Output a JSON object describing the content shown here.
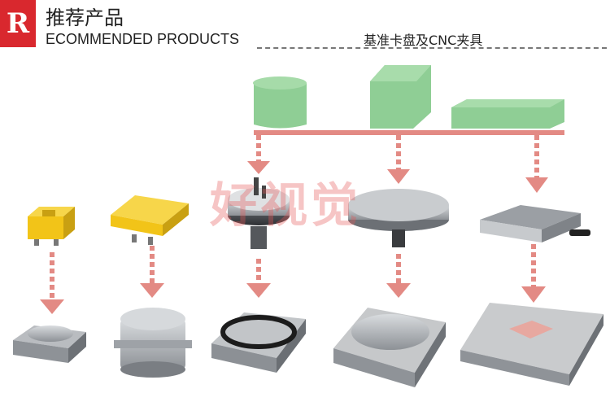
{
  "header": {
    "logo_letter": "R",
    "title_cn": "推荐产品",
    "title_en": "ECOMMENDED PRODUCTS",
    "subtitle": "基准卡盘及CNC夹具"
  },
  "watermark": "好视觉",
  "colors": {
    "brand_red": "#d9282e",
    "arrow_pink": "#e38a84",
    "workpiece_green": "#8fce95",
    "fixture_yellow": "#f2c418",
    "steel": "#a9adb2"
  },
  "icons": [
    "workpiece-cylinder",
    "workpiece-block",
    "workpiece-plate",
    "down-arrow"
  ]
}
